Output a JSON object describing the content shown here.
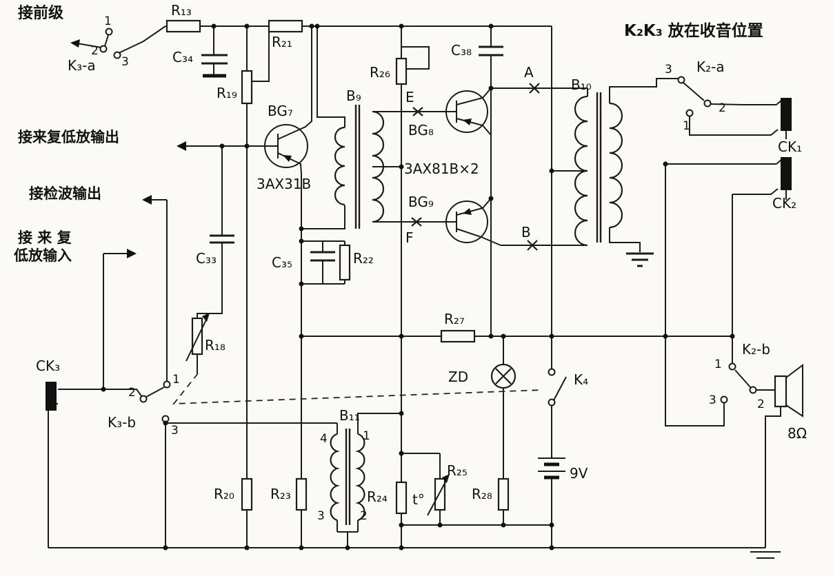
{
  "note": "K₂K₃ 放在收音位置",
  "io": {
    "preamp": "接前级",
    "reflex_out": "接来复低放输出",
    "detector_out": "接检波输出",
    "reflex_in_line1": "接 来 复",
    "reflex_in_line2": "低放输入"
  },
  "components": {
    "r13": "R₁₃",
    "r18": "R₁₈",
    "r19": "R₁₉",
    "r20": "R₂₀",
    "r21": "R₂₁",
    "r22": "R₂₂",
    "r23": "R₂₃",
    "r24": "R₂₄",
    "r25": "R₂₅",
    "r26": "R₂₆",
    "r27": "R₂₇",
    "r28": "R₂₈",
    "c33": "C₃₃",
    "c34": "C₃₄",
    "c35": "C₃₅",
    "c38": "C₃₈",
    "bg7": "BG₇",
    "bg8": "BG₈",
    "bg9": "BG₉",
    "bg7_type": "3AX31B",
    "bg89_type": "3AX81B×2",
    "b9": "B₉",
    "b10": "B₁₀",
    "b11": "B₁₁",
    "k2a": "K₂-a",
    "k2b": "K₂-b",
    "k3a": "K₃-a",
    "k3b": "K₃-b",
    "k4": "K₄",
    "ck1": "CK₁",
    "ck2": "CK₂",
    "ck3": "CK₃",
    "zd": "ZD",
    "battery_voltage": "9V",
    "speaker_impedance": "8Ω",
    "thermistor": "t°"
  },
  "test_points": {
    "a": "A",
    "b": "B",
    "e": "E",
    "f": "F"
  },
  "terminals": {
    "n1": "1",
    "n2": "2",
    "n3": "3",
    "n4": "4"
  }
}
